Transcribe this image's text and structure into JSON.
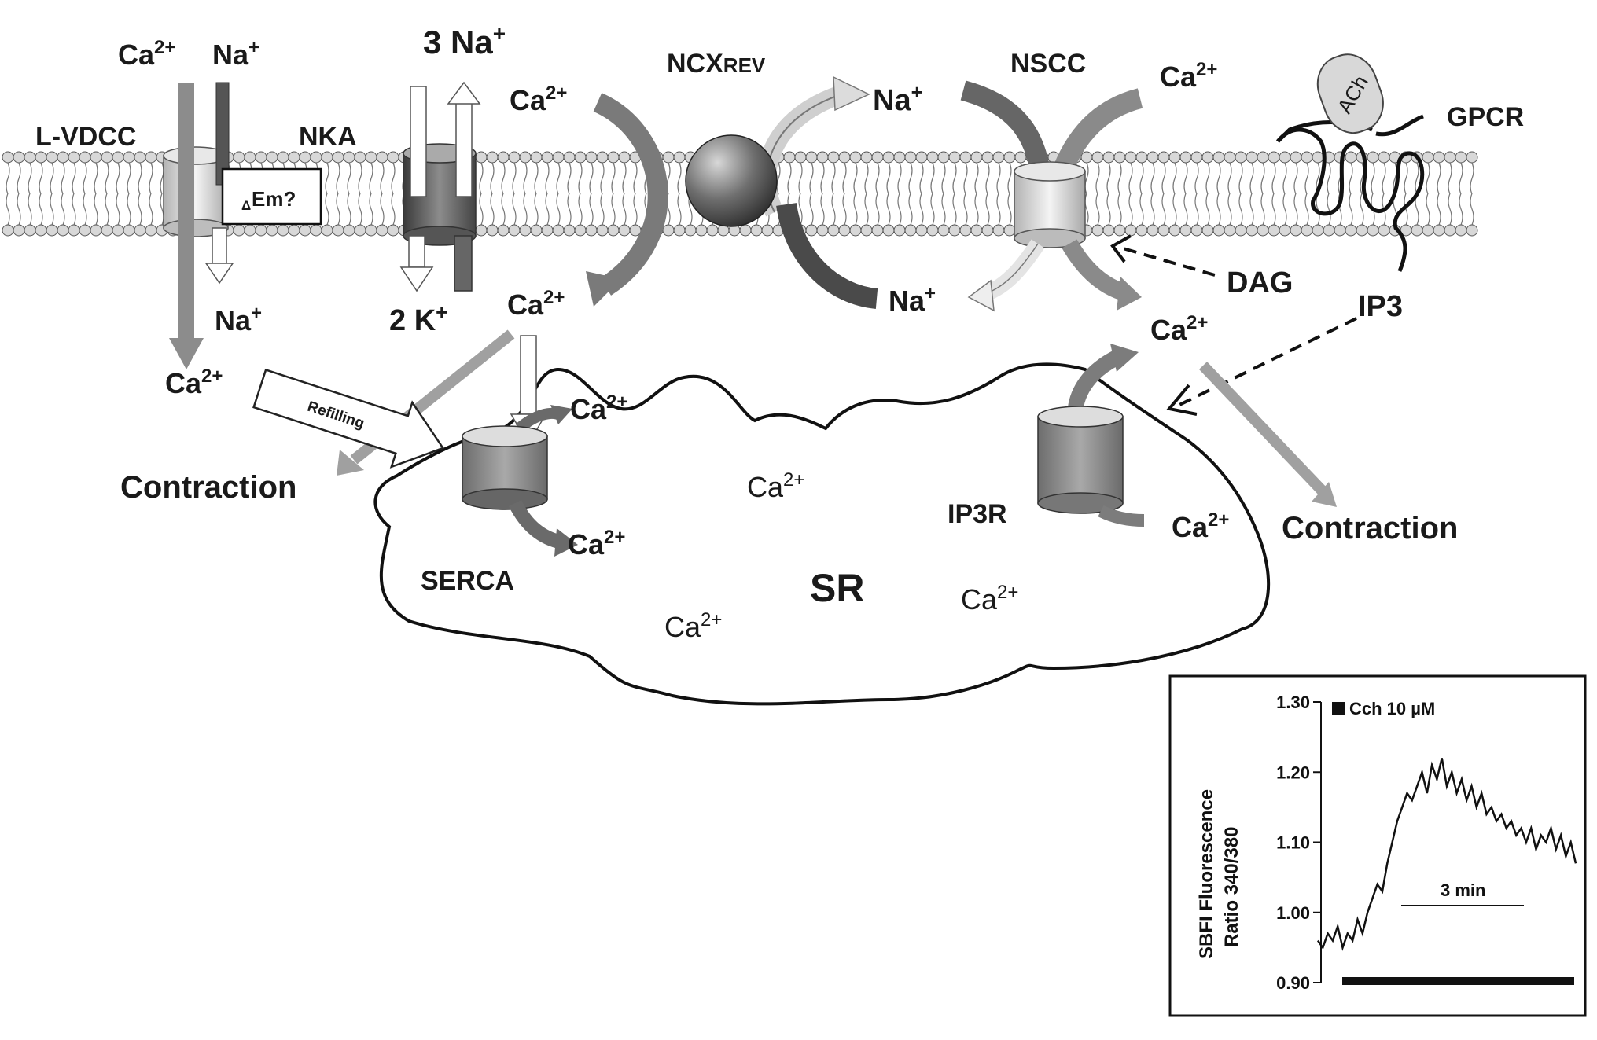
{
  "diagram": {
    "channels": {
      "lvdcc": "L-VDCC",
      "nka": "NKA",
      "ncx_main": "NCX",
      "ncx_sub": "REV",
      "nscc": "NSCC",
      "gpcr": "GPCR",
      "ach": "ACh",
      "serca": "SERCA",
      "ip3r": "IP3R",
      "sr": "SR"
    },
    "ions": {
      "ca_base": "Ca",
      "ca_sup": "2+",
      "na_base": "Na",
      "na_sup": "+",
      "three_na": "3 Na",
      "two_k": "2 K",
      "k_sup": "+"
    },
    "labels": {
      "delta_em_delta": "Δ",
      "delta_em_text": "Em?",
      "refilling": "Refilling",
      "contraction_left": "Contraction",
      "contraction_right": "Contraction",
      "dag": "DAG",
      "ip3": "IP3"
    }
  },
  "inset": {
    "legend": "Cch 10 µM",
    "ylabel_line1": "SBFI Fluorescence",
    "ylabel_line2": "Ratio  340/380",
    "scale_bar": "3 min",
    "y_ticks": [
      "1.30",
      "1.20",
      "1.10",
      "1.00",
      "0.90"
    ]
  },
  "chart_data": {
    "type": "line",
    "ylabel": "SBFI Fluorescence Ratio 340/380",
    "ylim": [
      0.9,
      1.3
    ],
    "y_ticks": [
      0.9,
      1.0,
      1.1,
      1.2,
      1.3
    ],
    "legend": [
      "Cch 10 µM"
    ],
    "scale_bar": "3 min",
    "series": [
      {
        "values": [
          0.96,
          0.95,
          0.97,
          0.96,
          0.98,
          0.95,
          0.97,
          0.96,
          0.99,
          0.97,
          1.0,
          1.02,
          1.04,
          1.03,
          1.07,
          1.1,
          1.13,
          1.15,
          1.17,
          1.16,
          1.18,
          1.2,
          1.17,
          1.21,
          1.19,
          1.22,
          1.18,
          1.2,
          1.17,
          1.19,
          1.16,
          1.18,
          1.15,
          1.17,
          1.14,
          1.15,
          1.13,
          1.14,
          1.12,
          1.13,
          1.11,
          1.12,
          1.1,
          1.12,
          1.09,
          1.11,
          1.1,
          1.12,
          1.09,
          1.11,
          1.08,
          1.1,
          1.07
        ]
      }
    ]
  },
  "colors": {
    "membrane_bead": "#d8d8d8",
    "arrow_gray": "#8a8a8a",
    "dark": "#1a1a1a"
  }
}
